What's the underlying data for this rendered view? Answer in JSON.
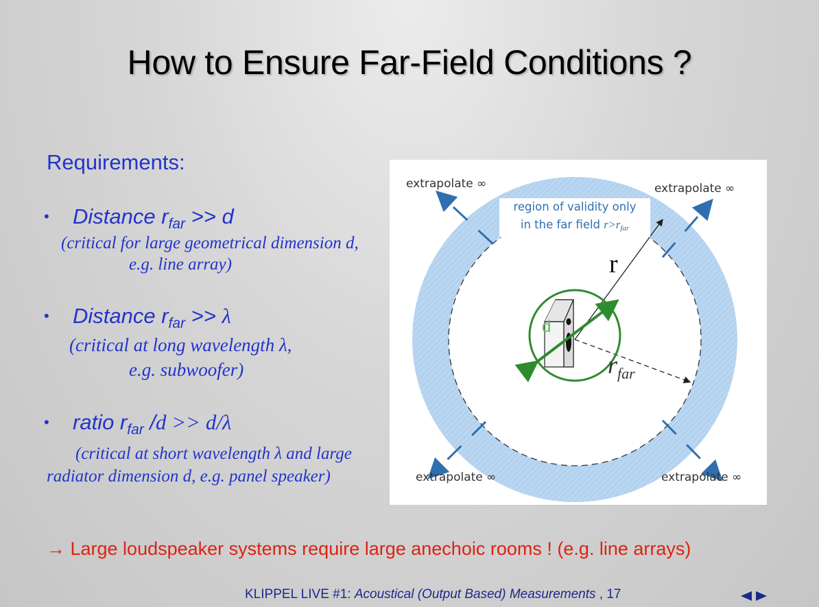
{
  "slide": {
    "title": "How to Ensure Far-Field Conditions ?"
  },
  "requirements": {
    "heading": "Requirements:",
    "items": [
      {
        "label": "Distance r",
        "sub": "far",
        "rest": " >> d",
        "note_lines": [
          "(critical for large geometrical dimension d,",
          "e.g. line array)"
        ]
      },
      {
        "label": "Distance r",
        "sub": "far",
        "rest": " >> ",
        "symbol": "λ",
        "note_lines": [
          "(critical at long wavelength λ,",
          "e.g. subwoofer)"
        ]
      },
      {
        "label": "ratio r",
        "sub": "far",
        "rest": " /",
        "symbol": "d >> d/λ",
        "note_lines": [
          "(critical at short wavelength λ and large",
          "radiator dimension d, e.g. panel speaker)"
        ]
      }
    ]
  },
  "diagram": {
    "extrapolate": {
      "top_left": "extrapolate ∞",
      "top_right": "extrapolate ∞",
      "bottom_left": "extrapolate ∞",
      "bottom_right": "extrapolate ∞"
    },
    "validity_line1": "region of validity only",
    "validity_line2": "in the far field ",
    "validity_math": "r>r",
    "validity_sub": "far",
    "r_label": "r",
    "rfar_label": "r",
    "rfar_sub": "far",
    "d_label": "d",
    "colors": {
      "ring": "#a9cbec",
      "speaker_circle": "#2e8b2e",
      "arrow": "#2f6fb0"
    }
  },
  "conclusion": "→ Large loudspeaker systems require large anechoic rooms !  (e.g. line arrays)",
  "footer": {
    "brand": "KLIPPEL LIVE  #1: ",
    "topic": "Acoustical (Output Based) Measurements",
    "page": " , 17"
  },
  "nav": {
    "prev_icon": "arrow-left-icon",
    "next_icon": "arrow-right-icon"
  }
}
